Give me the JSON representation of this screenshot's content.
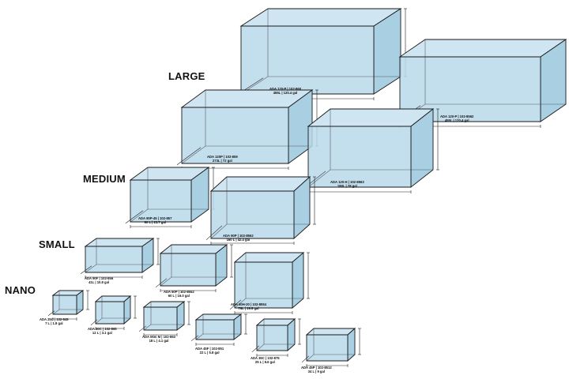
{
  "categories": {
    "large": "LARGE",
    "medium": "MEDIUM",
    "small": "SMALL",
    "nano": "NANO"
  },
  "colors": {
    "glass_front": "#b8d8ea",
    "glass_top": "#cfe5f1",
    "glass_side": "#a9cfe3",
    "outline": "#1a1a1a"
  },
  "tanks": [
    {
      "id": "ada-120-p",
      "name": "ADA 120-P | 102-860",
      "volume": "455L | 120.4 gal"
    },
    {
      "id": "ada-120-p-2",
      "name": "ADA 120-P | 102-8562",
      "volume": "455L | 120.4 gal"
    },
    {
      "id": "ada-120p",
      "name": "ADA 120P | 102-859",
      "volume": "273L | 72 gal"
    },
    {
      "id": "ada-120-h",
      "name": "ADA 120-H | 102-8563",
      "volume": "180L | 78 gal"
    },
    {
      "id": "ada-90p-45",
      "name": "ADA 90P-45 | 102-857",
      "volume": "90 L | 23.7 gal"
    },
    {
      "id": "ada-90p",
      "name": "ADA 90P | 102-8562",
      "volume": "160 L | 42.4 gal"
    },
    {
      "id": "ada-90f",
      "name": "ADA 90F | 102-856",
      "volume": "41L | 10.8 gal"
    },
    {
      "id": "ada-60p",
      "name": "ADA 60P | 102-8552",
      "volume": "60 L | 16.0 gal"
    },
    {
      "id": "ada-60h-30",
      "name": "ADA 60H-30 | 102-8554",
      "volume": "76L | 19.9 gal"
    },
    {
      "id": "ada-25c",
      "name": "ADA 25C | 102-849",
      "volume": "7 L | 1.8 gal"
    },
    {
      "id": "ada-30c",
      "name": "ADA 30C | 102-865",
      "volume": "12 L | 3.1 gal"
    },
    {
      "id": "ada-mini-m",
      "name": "ADA Mini M | 102-863",
      "volume": "18 L | 4.1 gal"
    },
    {
      "id": "ada-45f",
      "name": "ADA 45F | 102-851",
      "volume": "22 L | 5.8 gal"
    },
    {
      "id": "ada-36c",
      "name": "ADA 36C | 102-875",
      "volume": "25 L | 6.6 gal"
    },
    {
      "id": "ada-45p",
      "name": "ADA 45P | 102-8512",
      "volume": "34 L | 9 gal"
    }
  ]
}
